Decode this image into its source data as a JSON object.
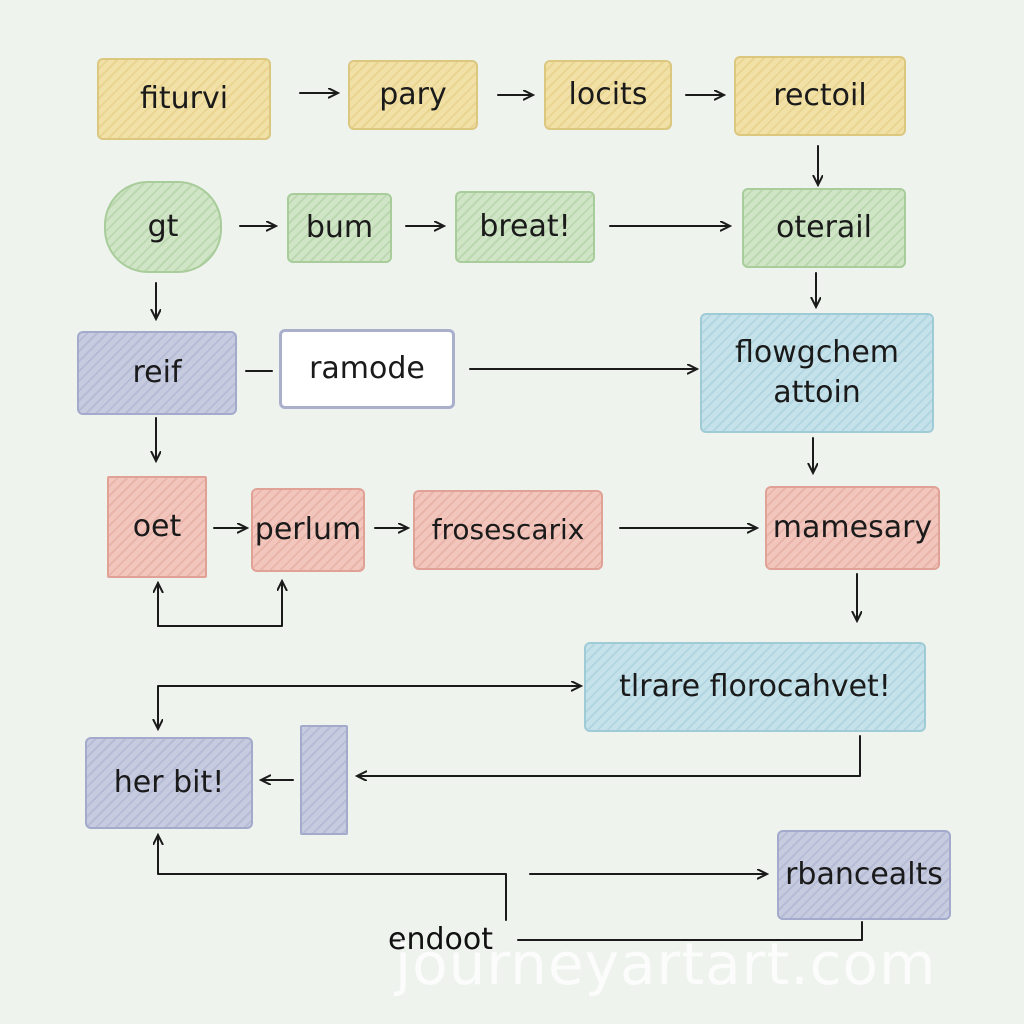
{
  "nodes": {
    "fiturvi": "fiturvi",
    "pary": "pary",
    "locits": "locits",
    "rectoil": "rectoil",
    "gt": "gt",
    "bum": "bum",
    "breat": "breat!",
    "oterail": "oterail",
    "reif": "reif",
    "ramode": "ramode",
    "flowgchem_line1": "flowgchem",
    "flowgchem_line2": "attoin",
    "oet": "oet",
    "perlum": "perlum",
    "frosescarix": "frosescarix",
    "mamesary": "mamesary",
    "tlrare": "tlrare florocahvet!",
    "herbit": "her bit!",
    "rbancealts": "rbancealts",
    "endoot": "endoot"
  },
  "watermark": "journeyartart.com",
  "colors": {
    "background": "#eef3ee",
    "yellow": "#f1e1a6",
    "green": "#cfe5c5",
    "blue": "#c5e2ea",
    "purple": "#c6cbe0",
    "red": "#f2c6bd",
    "arrow": "#1a1a1a"
  }
}
